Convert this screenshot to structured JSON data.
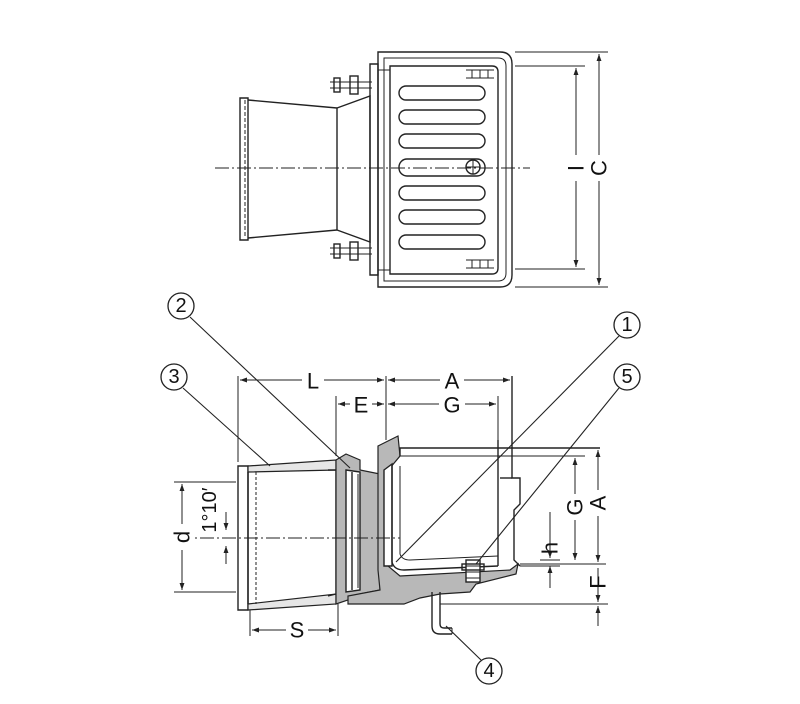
{
  "dimensions": {
    "L": "L",
    "E": "E",
    "A_top": "A",
    "G_top": "G",
    "G_side": "G",
    "A_side": "A",
    "h": "h",
    "F": "F",
    "d": "d",
    "S": "S",
    "angle": "1°10′",
    "I": "I",
    "C": "C"
  },
  "callouts": [
    "1",
    "2",
    "3",
    "4",
    "5"
  ]
}
